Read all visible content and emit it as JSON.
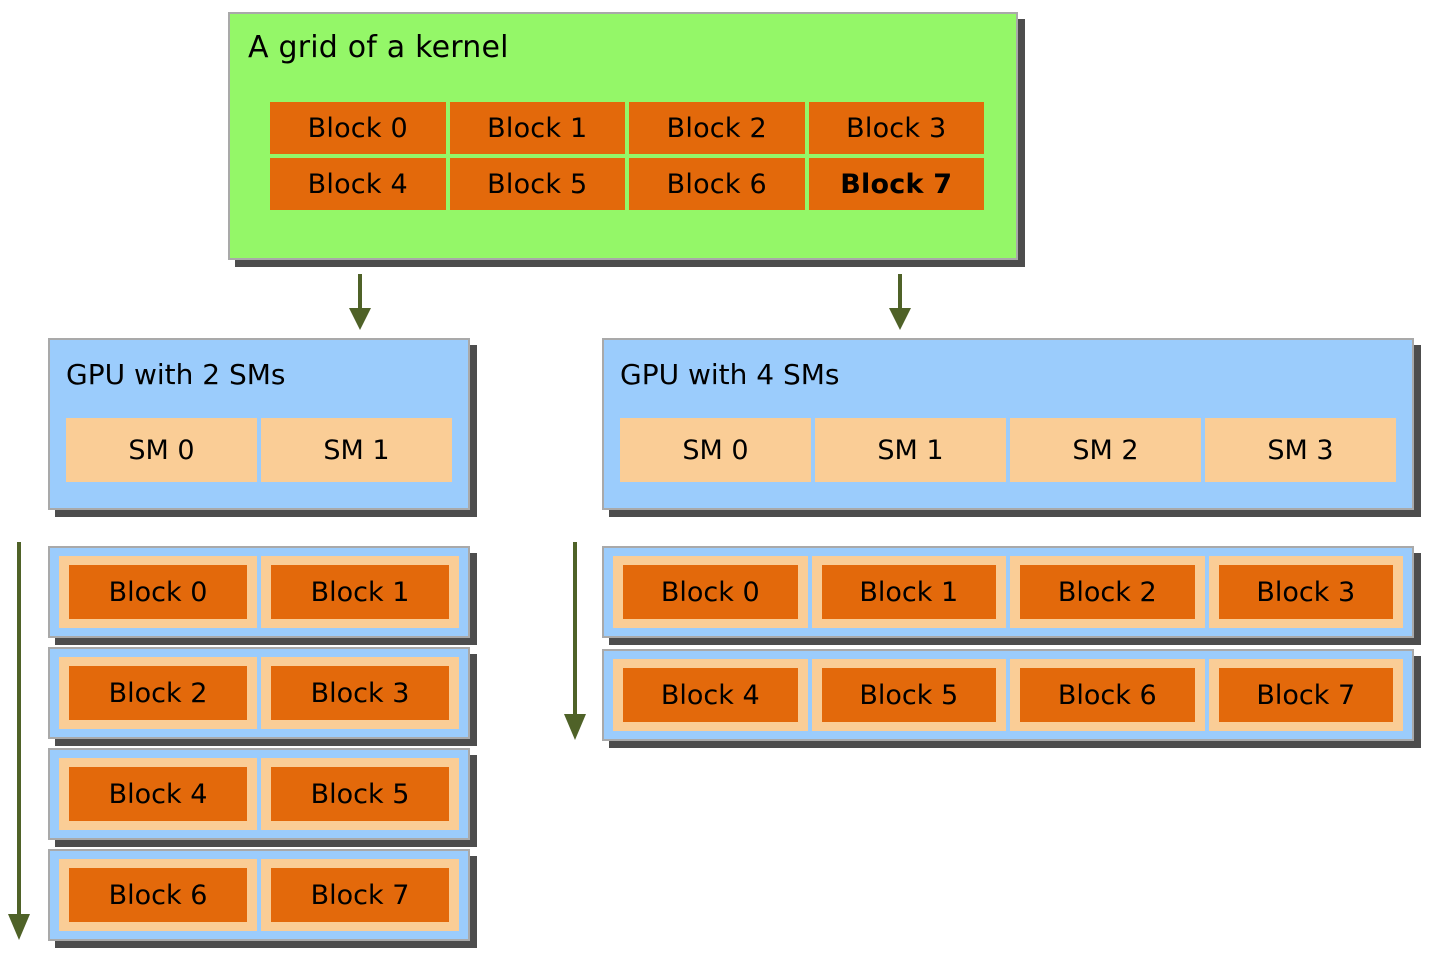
{
  "colors": {
    "grid_background": "#94f768",
    "block_orange": "#e3690b",
    "gpu_blue": "#9bccfc",
    "sm_peach": "#facd96",
    "arrow_green": "#4f6228",
    "panel_border": "#a9a9a9",
    "shadow": "#4d4d4d"
  },
  "grid": {
    "title": "A grid of a kernel",
    "rows": [
      [
        {
          "label": "Block 0",
          "bold": false
        },
        {
          "label": "Block 1",
          "bold": false
        },
        {
          "label": "Block 2",
          "bold": false
        },
        {
          "label": "Block 3",
          "bold": false
        }
      ],
      [
        {
          "label": "Block 4",
          "bold": false
        },
        {
          "label": "Block 5",
          "bold": false
        },
        {
          "label": "Block 6",
          "bold": false
        },
        {
          "label": "Block 7",
          "bold": true
        }
      ]
    ]
  },
  "gpu_left": {
    "title": "GPU with 2 SMs",
    "sms": [
      "SM 0",
      "SM 1"
    ],
    "waves": [
      [
        "Block 0",
        "Block 1"
      ],
      [
        "Block 2",
        "Block 3"
      ],
      [
        "Block 4",
        "Block 5"
      ],
      [
        "Block 6",
        "Block 7"
      ]
    ]
  },
  "gpu_right": {
    "title": "GPU with 4 SMs",
    "sms": [
      "SM 0",
      "SM 1",
      "SM 2",
      "SM 3"
    ],
    "waves": [
      [
        "Block 0",
        "Block 1",
        "Block 2",
        "Block 3"
      ],
      [
        "Block 4",
        "Block 5",
        "Block 6",
        "Block 7"
      ]
    ]
  }
}
